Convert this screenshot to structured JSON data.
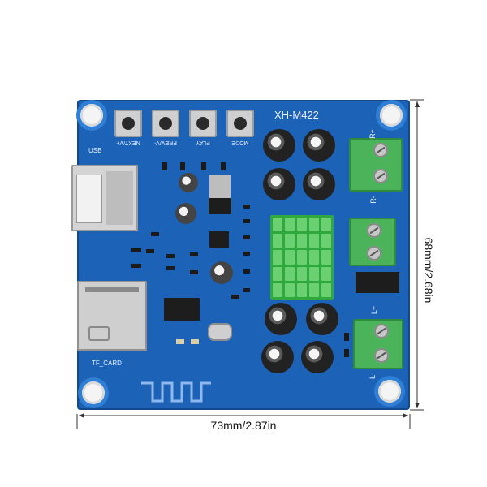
{
  "board": {
    "model": "XH-M422",
    "usb_label": "USB",
    "tf_label": "TF_CARD",
    "buttons": [
      "NEXT/V+",
      "PREV/V-",
      "PLAY",
      "MODE"
    ],
    "output_labels": {
      "r_plus": "R+",
      "r_minus": "R-",
      "l_plus": "L+",
      "l_minus": "L-"
    }
  },
  "dimensions": {
    "width": "73mm/2.87in",
    "height": "68mm/2.68in"
  },
  "colors": {
    "pcb": "#1c63b8",
    "heatsink": "#2fa83d",
    "terminal": "#4bb35a"
  }
}
